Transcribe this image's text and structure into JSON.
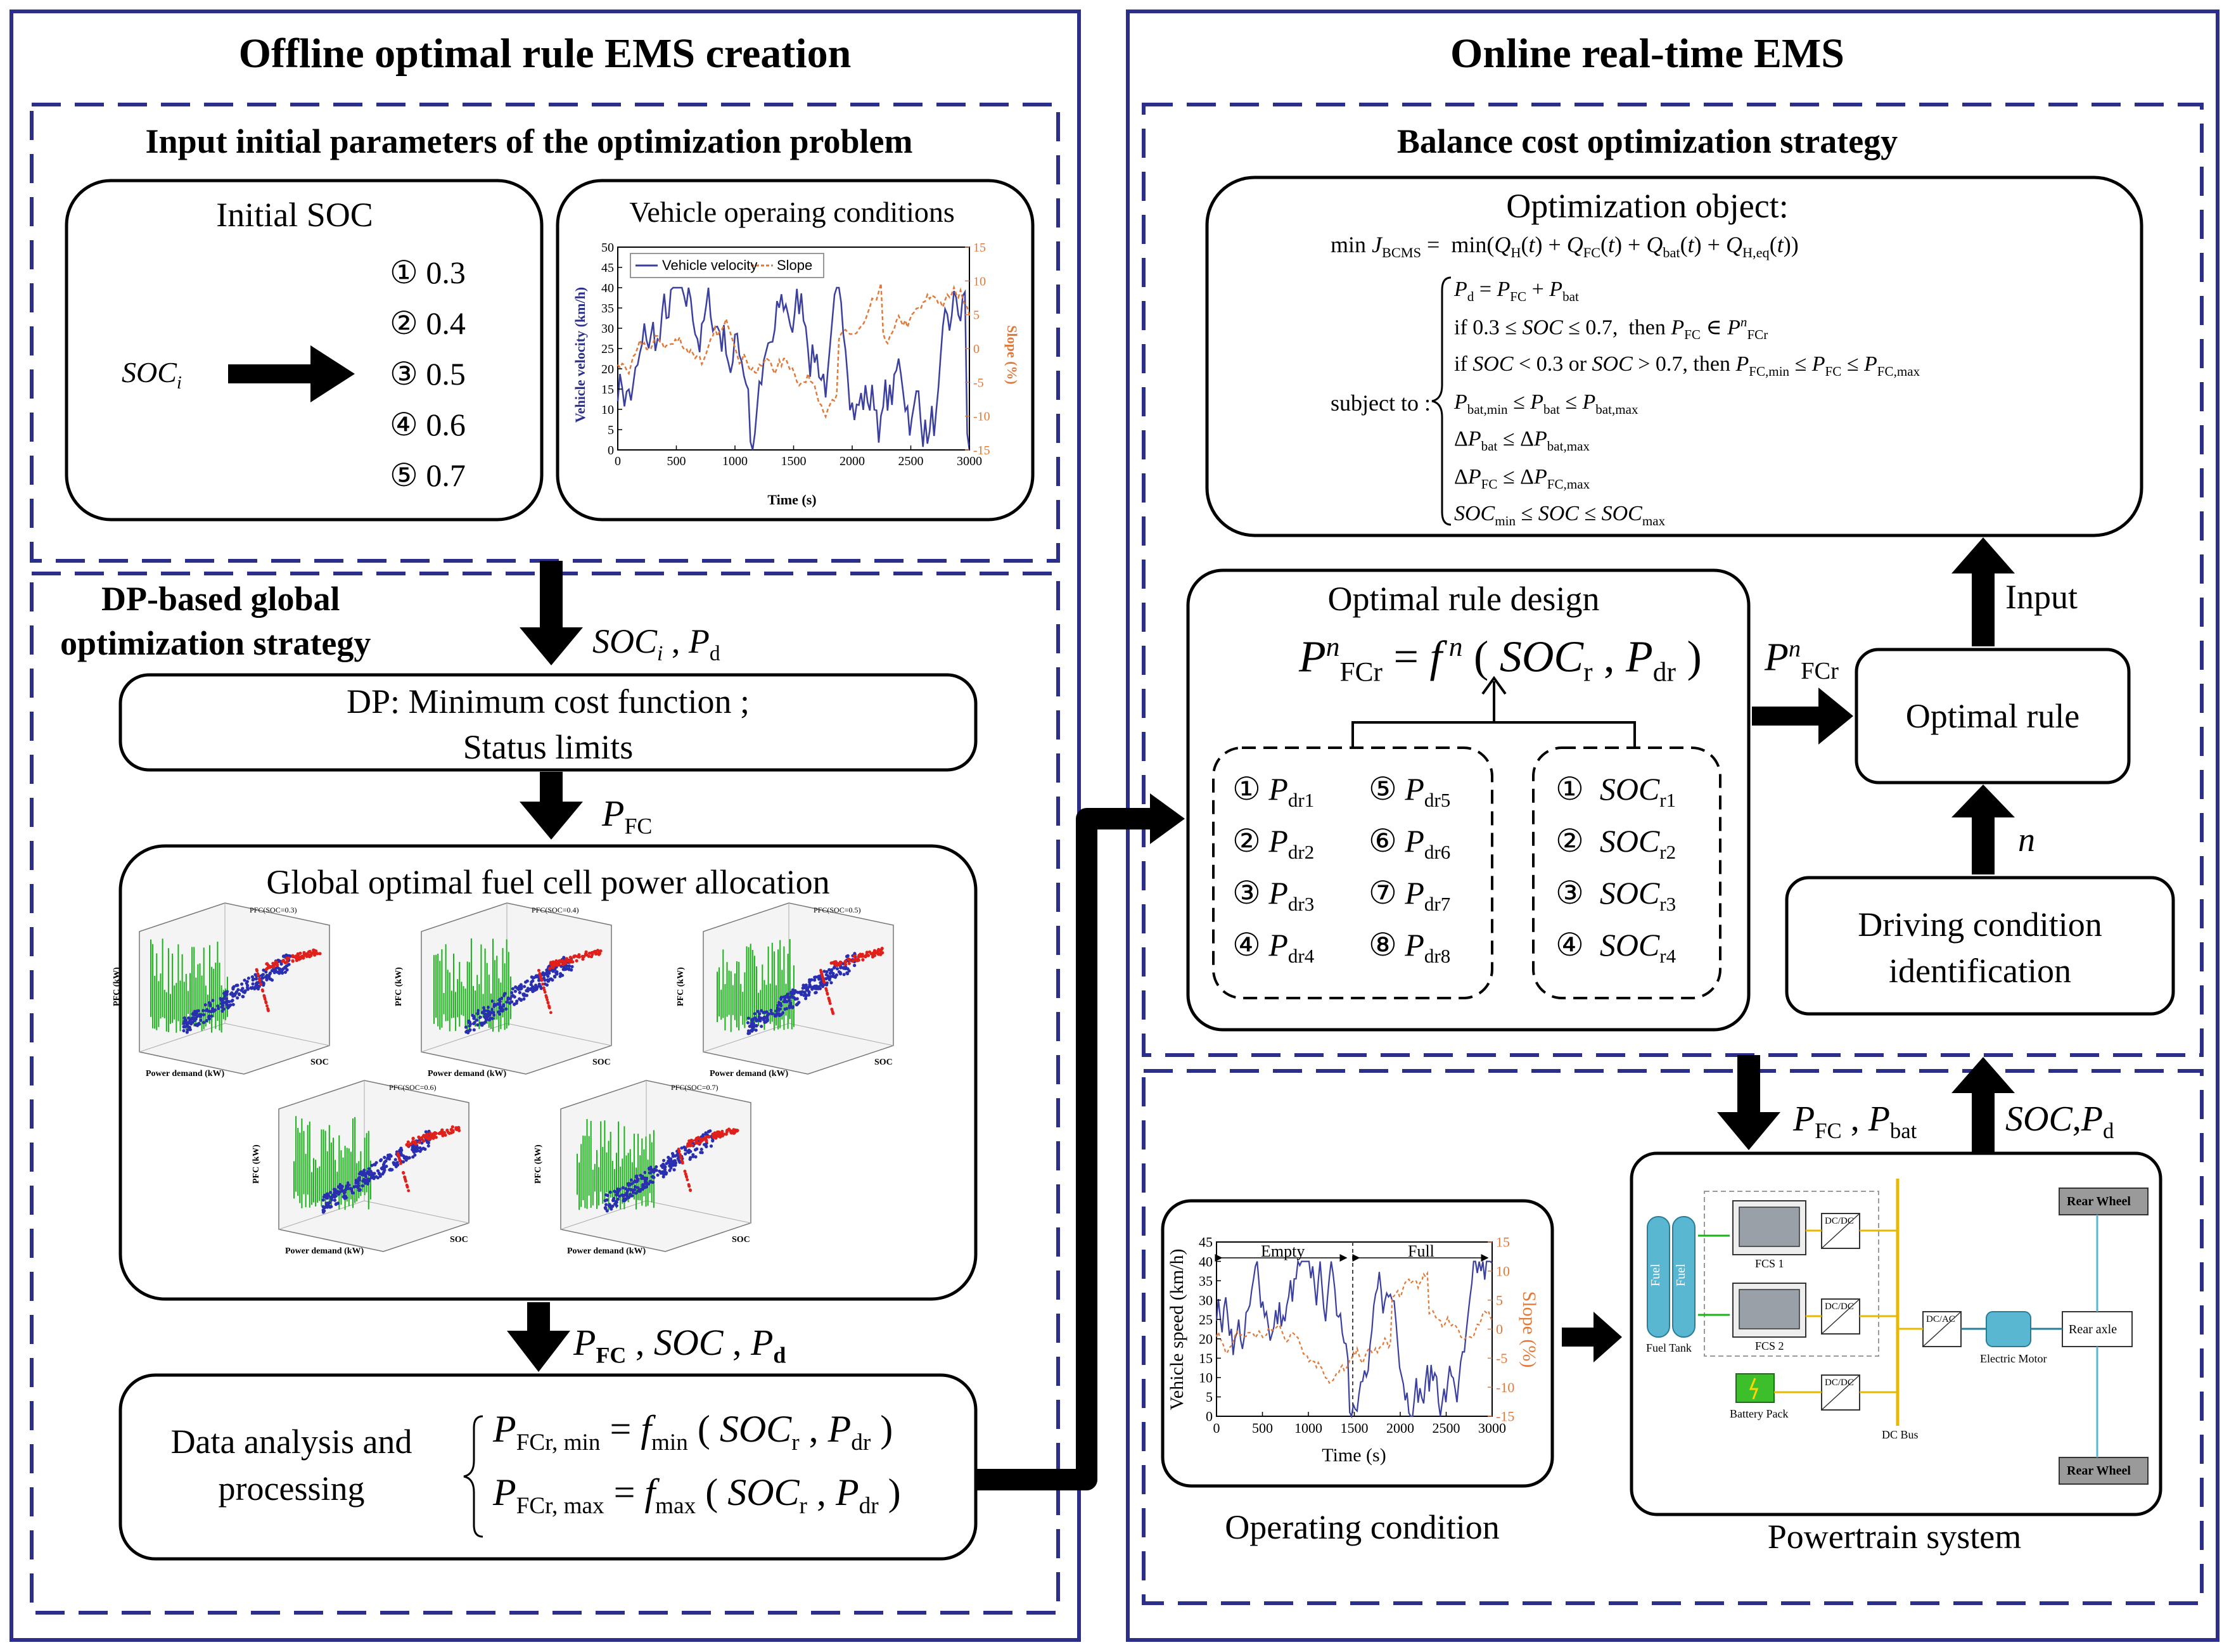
{
  "left_panel": {
    "title": "Offline optimal rule EMS creation",
    "input_section": {
      "title": "Input initial parameters of the optimization problem",
      "initial_soc": {
        "title": "Initial SOC",
        "variable": "SOCi",
        "options": [
          "① 0.3",
          "② 0.4",
          "③ 0.5",
          "④ 0.6",
          "⑤ 0.7"
        ]
      },
      "vehicle_conditions": {
        "title": "Vehicle operaing conditions",
        "legend": [
          "Vehicle velocity",
          "Slope"
        ],
        "ylabel_left": "Vehicle velocity (km/h)",
        "ylabel_right": "Slope (%)",
        "xlabel": "Time (s)"
      }
    },
    "dp_section": {
      "title_line1": "DP-based global",
      "title_line2": "optimization strategy",
      "arrow1_label": "SOCi , Pd",
      "dp_box_line1": "DP: Minimum cost function ;",
      "dp_box_line2": "Status limits",
      "arrow2_label": "PFC",
      "global_title": "Global optimal fuel cell power allocation",
      "arrow3_label": "PFC , SOC , Pd",
      "data_box_line1": "Data analysis and",
      "data_box_line2": "processing",
      "data_eq_min": "PFCr, min = fmin ( SOCr , Pdr )",
      "data_eq_max": "PFCr, max = fmax ( SOCr , Pdr )",
      "plots_axis": {
        "zlabel": "PFC (kW)",
        "xlabel": "Power demand (kW)",
        "ylabel": "SOC",
        "legend": [
          "PFC(SOC=0.3)",
          "PFC(SOC=0.4)",
          "PFC(SOC=0.5)",
          "PFC(SOC=0.6)",
          "PFC(SOC=0.7)"
        ]
      }
    }
  },
  "right_panel": {
    "title": "Online real-time EMS",
    "balance_section": {
      "title": "Balance cost optimization strategy",
      "object_title": "Optimization object:",
      "objective": "min JBCMS = min(QH(t) + QFC(t) + Qbat(t) + QH,eq(t))",
      "subject_to": "subject to :",
      "constraints": [
        "Pd = PFC + Pbat",
        "if 0.3 ≤ SOC ≤ 0.7, then PFC ∈ PnFCr",
        "if SOC < 0.3 or SOC > 0.7, then PFC,min ≤ PFC ≤ PFC,max",
        "Pbat,min ≤ Pbat ≤ Pbat,max",
        "ΔPbat ≤ ΔPbat,max",
        "ΔPFC ≤ ΔPFC,max",
        "SOCmin ≤ SOC ≤ SOCmax"
      ],
      "rule_design": {
        "title": "Optimal rule design",
        "equation": "PnFCr = fn ( SOCr , Pdr )",
        "pdr_items": [
          "① Pdr1",
          "② Pdr2",
          "③ Pdr3",
          "④ Pdr4",
          "⑤ Pdr5",
          "⑥ Pdr6",
          "⑦ Pdr7",
          "⑧ Pdr8"
        ],
        "soc_items": [
          "① SOCr1",
          "② SOCr2",
          "③ SOCr3",
          "④ SOCr4"
        ]
      },
      "pnfcr_label": "PnFCr",
      "optimal_rule": "Optimal rule",
      "input_label": "Input",
      "n_label": "n",
      "driving_line1": "Driving condition",
      "driving_line2": "identification"
    },
    "bottom_section": {
      "down_label": "PFC , Pbat",
      "up_label": "SOC,Pd",
      "operating": {
        "caption": "Operating condition",
        "empty_label": "Empty",
        "full_label": "Full",
        "ylabel_left": "Vehicle speed (km/h)",
        "ylabel_right": "Slope (%)",
        "xlabel": "Time (s)"
      },
      "powertrain": {
        "caption": "Powertrain system",
        "fuel_label": "Fuel",
        "fuel_tank": "Fuel Tank",
        "fcs1": "FCS 1",
        "fcs2": "FCS 2",
        "dcdc": "DC/DC",
        "dcac": "DC/AC",
        "battery": "Battery Pack",
        "dc_bus": "DC Bus",
        "motor": "Electric Motor",
        "rear_axle": "Rear axle",
        "rear_wheel": "Rear Wheel"
      }
    }
  },
  "colors": {
    "panel_border": "#2b2f8a",
    "dash_border": "#2b2f8a",
    "velocity": "#3a3fa0",
    "slope": "#e07a3a",
    "green": "#19b219",
    "blue": "#2a2fb0",
    "red": "#e0201a",
    "fuel": "#5ab7d2",
    "bus": "#e8b800"
  }
}
